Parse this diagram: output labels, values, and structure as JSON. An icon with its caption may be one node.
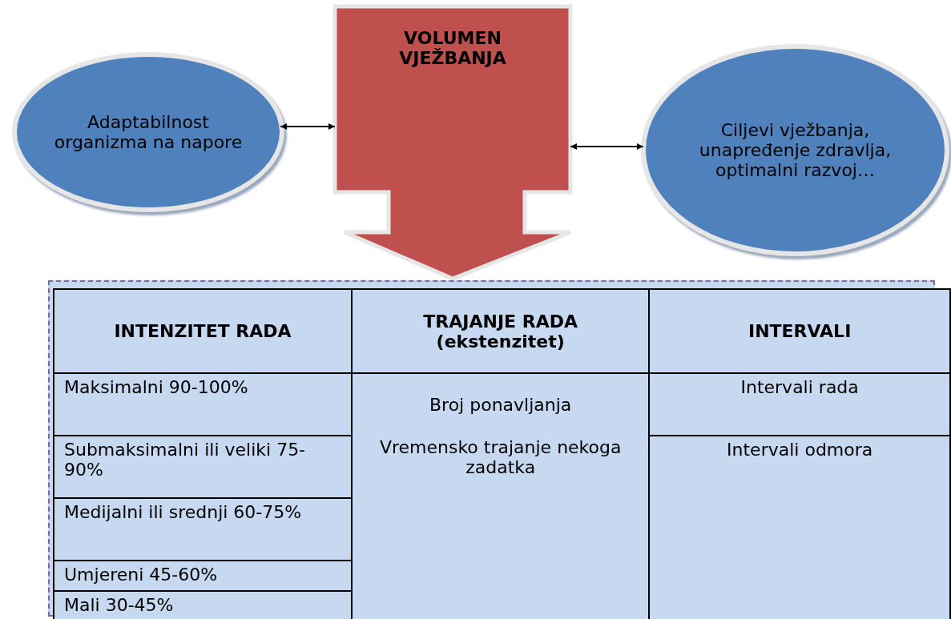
{
  "diagram": {
    "nodes": [
      {
        "text": [
          "Adaptabilnost organizma na napore"
        ]
      },
      {
        "text": [
          "VOLUMEN VJEŽBANJA"
        ]
      },
      {
        "text": [
          "Ciljevi vježbanja, unapređenje zdravlja, optimalni razvoj…"
        ]
      }
    ],
    "edges": [
      {
        "from": 0,
        "to": 1,
        "arrow": "both"
      },
      {
        "from": 1,
        "to": 2,
        "arrow": "both"
      }
    ],
    "labels": [
      "INTENZITET RADA",
      "TRAJANJE RADA (ekstenzitet)",
      "INTERVALI",
      "Maksimalni 90-100%",
      "Broj ponavljanja",
      "Vremensko trajanje nekoga zadatka",
      "Intervali rada",
      "Submaksimalni ili veliki 75-90%",
      "Intervali odmora",
      "Medijalni ili srednji 60-75%",
      "Umjereni 45-60%",
      "Mali 30-45%"
    ]
  }
}
